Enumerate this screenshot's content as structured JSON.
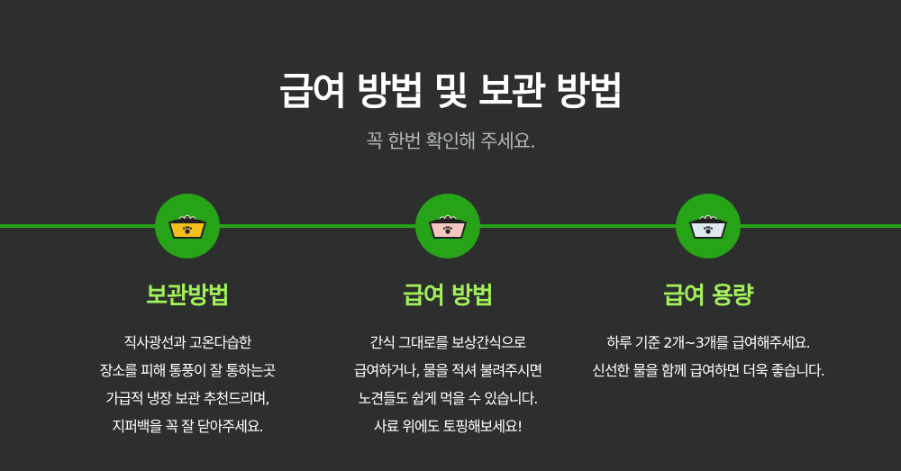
{
  "header": {
    "title": "급여 방법 및 보관 방법",
    "subtitle": "꼭 한번 확인해 주세요."
  },
  "colors": {
    "background": "#2c2f2e",
    "timeline": "#27a317",
    "step_title": "#a4f05a"
  },
  "steps": [
    {
      "icon": "pet-bowl-icon",
      "bowl_color": "#f2bf1c",
      "title": "보관방법",
      "lines": [
        "직사광선과 고온다습한",
        "장소를  피해 통풍이 잘 통하는곳",
        "가급적 냉장 보관 추천드리며,",
        "지퍼백을 꼭 잘 닫아주세요."
      ]
    },
    {
      "icon": "pet-bowl-icon",
      "bowl_color": "#f7c6c0",
      "title": "급여 방법",
      "lines": [
        "간식 그대로를 보상간식으로",
        "급여하거나, 물을 적셔 불려주시면",
        "노견들도 쉽게 먹을 수 있습니다.",
        "사료 위에도 토핑해보세요!"
      ]
    },
    {
      "icon": "pet-bowl-icon",
      "bowl_color": "#dde9ee",
      "title": "급여 용량",
      "lines": [
        "하루 기준 2개~3개를 급여해주세요.",
        "신선한 물을 함께 급여하면 더욱 좋습니다."
      ]
    }
  ]
}
